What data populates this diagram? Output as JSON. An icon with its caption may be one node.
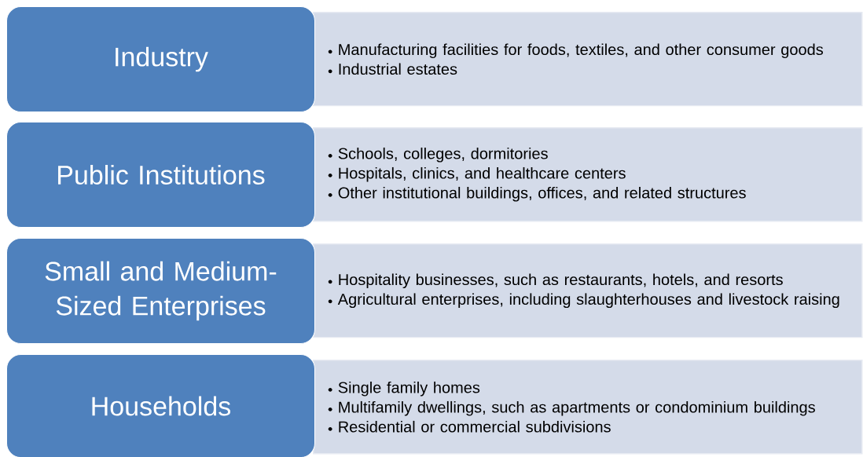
{
  "diagram": {
    "nodes": [
      {
        "text": [
          "Industry"
        ]
      },
      {
        "text": [
          "Manufacturing facilities for foods, textiles, and other consumer goods",
          "Industrial estates"
        ]
      },
      {
        "text": [
          "Public Institutions"
        ]
      },
      {
        "text": [
          "Schools, colleges, dormitories",
          "Hospitals, clinics, and healthcare centers",
          "Other institutional buildings, offices, and related structures"
        ]
      },
      {
        "text": [
          "Small and Medium-Sized Enterprises"
        ]
      },
      {
        "text": [
          "Hospitality businesses, such as restaurants, hotels, and resorts",
          "Agricultural enterprises, including slaughterhouses and livestock raising"
        ]
      },
      {
        "text": [
          "Households"
        ]
      },
      {
        "text": [
          "Single family homes",
          "Multifamily dwellings, such as apartments or condominium buildings",
          "Residential or commercial subdivisions"
        ]
      }
    ]
  }
}
